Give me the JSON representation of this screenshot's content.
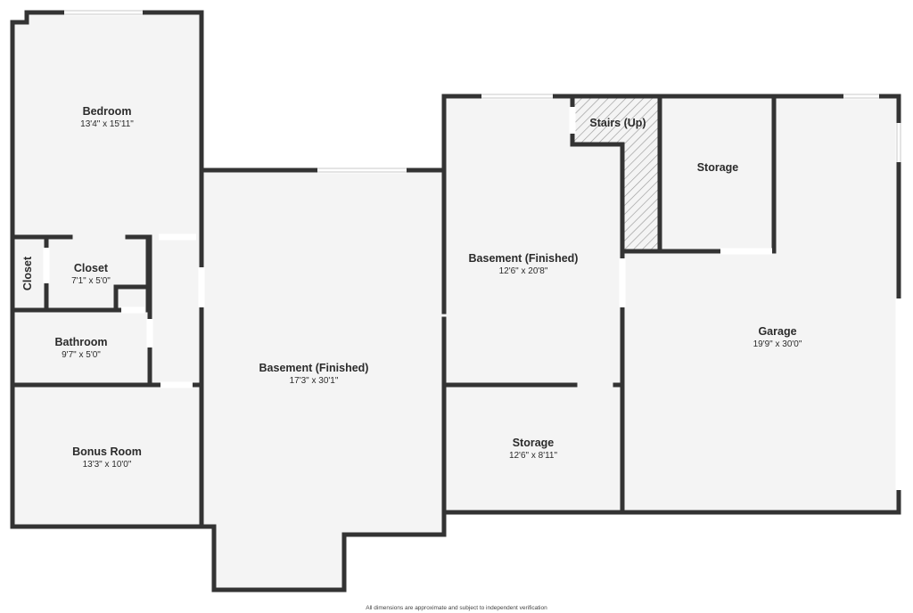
{
  "rooms": {
    "bedroom": {
      "name": "Bedroom",
      "dims": "13'4\" x 15'11\""
    },
    "closet_a": {
      "name": "Closet",
      "dims": "7'1\" x 5'0\""
    },
    "closet_b": {
      "name": "Closet"
    },
    "bathroom": {
      "name": "Bathroom",
      "dims": "9'7\" x 5'0\""
    },
    "bonus_room": {
      "name": "Bonus Room",
      "dims": "13'3\" x 10'0\""
    },
    "basement_main": {
      "name": "Basement (Finished)",
      "dims": "17'3\" x 30'1\""
    },
    "basement_upper": {
      "name": "Basement (Finished)",
      "dims": "12'6\" x 20'8\""
    },
    "stairs": {
      "name": "Stairs (Up)"
    },
    "storage_top": {
      "name": "Storage"
    },
    "storage_bottom": {
      "name": "Storage",
      "dims": "12'6\" x 8'11\""
    },
    "garage": {
      "name": "Garage",
      "dims": "19'9\" x 30'0\""
    }
  },
  "footer": {
    "note": "All dimensions are approximate and subject to independent verification"
  },
  "colors": {
    "wall": "#333333",
    "floor": "#f4f4f4",
    "background": "#ffffff"
  }
}
